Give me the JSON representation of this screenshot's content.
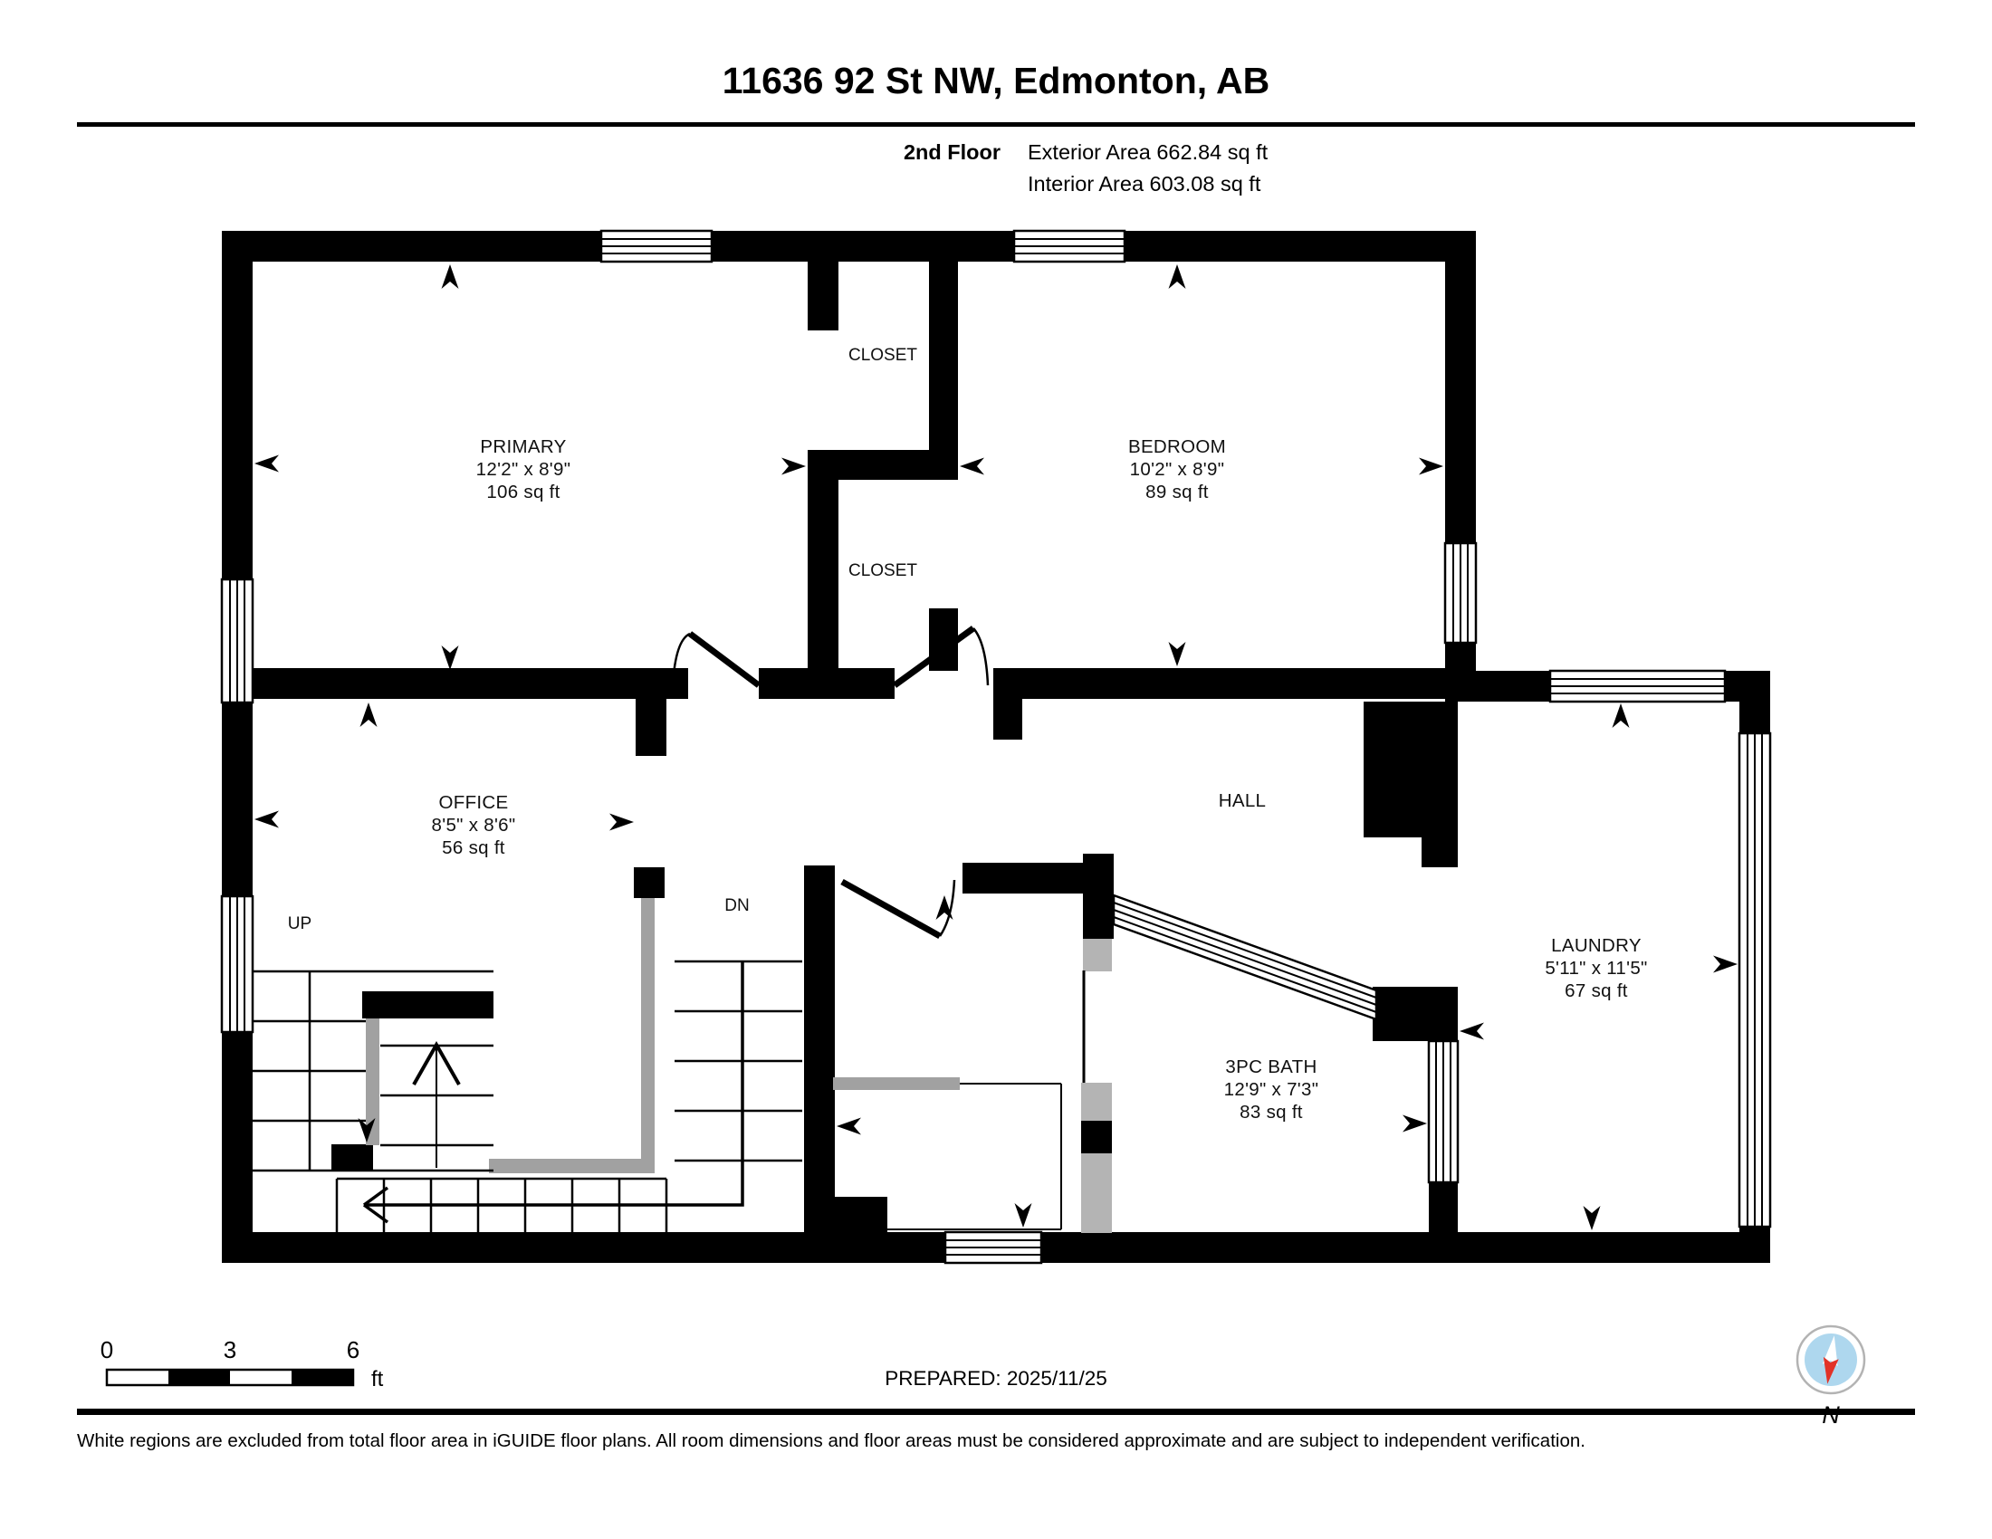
{
  "header": {
    "title": "11636 92 St NW, Edmonton, AB",
    "floor_label": "2nd Floor",
    "exterior_area": "Exterior Area 662.84 sq ft",
    "interior_area": "Interior Area 603.08 sq ft"
  },
  "rooms": {
    "primary": {
      "name": "PRIMARY",
      "dims": "12'2\" x 8'9\"",
      "area": "106 sq ft"
    },
    "bedroom": {
      "name": "BEDROOM",
      "dims": "10'2\" x 8'9\"",
      "area": "89 sq ft"
    },
    "office": {
      "name": "OFFICE",
      "dims": "8'5\" x 8'6\"",
      "area": "56 sq ft"
    },
    "laundry": {
      "name": "LAUNDRY",
      "dims": "5'11\" x 11'5\"",
      "area": "67 sq ft"
    },
    "bath": {
      "name": "3PC BATH",
      "dims": "12'9\" x 7'3\"",
      "area": "83 sq ft"
    },
    "hall": {
      "name": "HALL"
    },
    "closet_top": {
      "name": "CLOSET"
    },
    "closet_bottom": {
      "name": "CLOSET"
    }
  },
  "stairs": {
    "up_label": "UP",
    "down_label": "DN"
  },
  "scale_bar": {
    "t0": "0",
    "t3": "3",
    "t6": "6",
    "unit": "ft"
  },
  "footer": {
    "prepared": "PREPARED: 2025/11/25",
    "disclaimer": "White regions are excluded from total floor area in iGUIDE floor plans. All room dimensions and floor areas must be considered approximate and are subject to independent verification."
  },
  "compass": {
    "label": "N"
  },
  "colors": {
    "wall": "#000000",
    "rail_gray": "#a1a1a1",
    "fixture_gray": "#b4b4b4",
    "compass_blue": "#aed7ee",
    "compass_red": "#e23227",
    "compass_ring": "#b3b3b3"
  }
}
